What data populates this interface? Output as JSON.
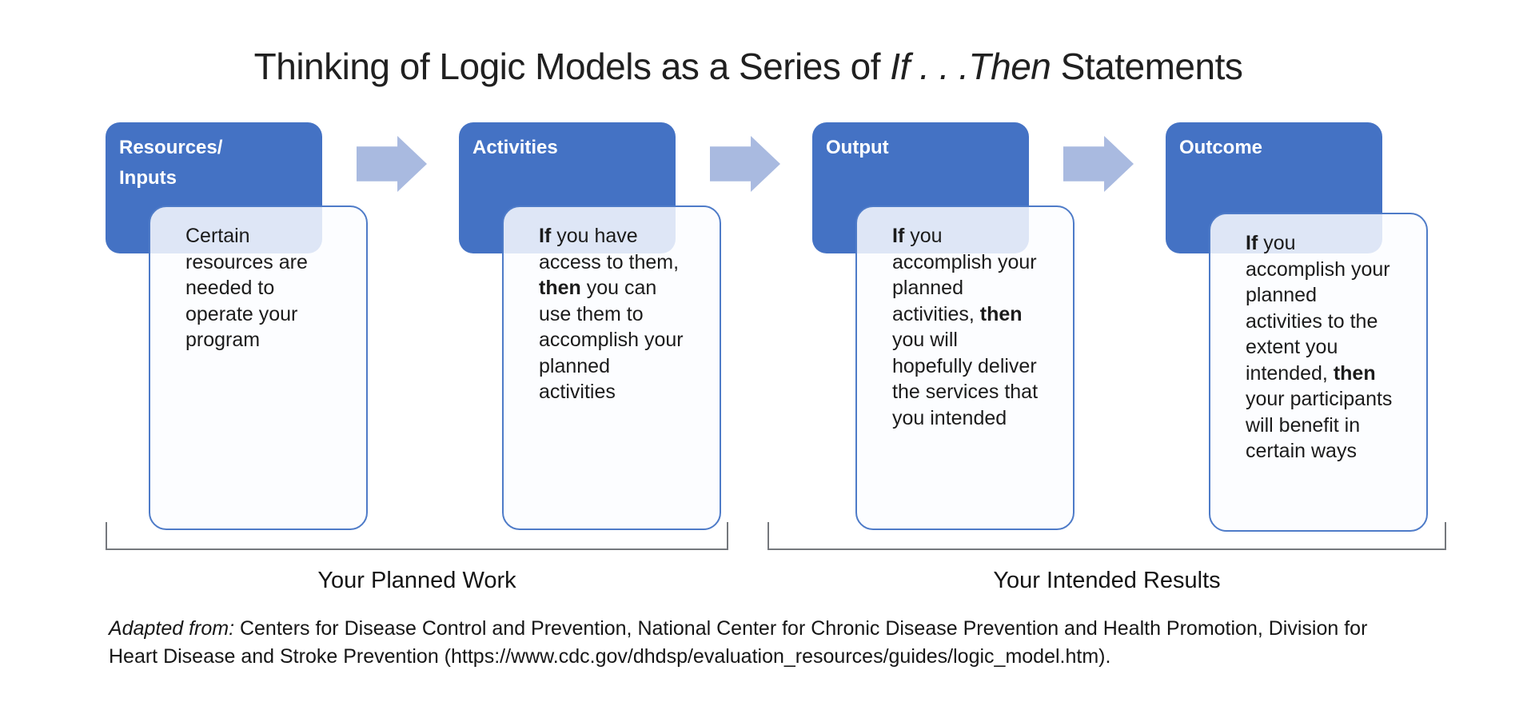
{
  "title": {
    "prefix": "Thinking of Logic Models as a Series of ",
    "emphasis": "If . . .Then",
    "suffix": " Statements"
  },
  "stages": [
    {
      "id": "resources-inputs",
      "header_lines": [
        "Resources/",
        "Inputs"
      ],
      "body_lines": [
        [
          {
            "t": "Certain",
            "b": false
          }
        ],
        [
          {
            "t": "resources are",
            "b": false
          }
        ],
        [
          {
            "t": "needed to",
            "b": false
          }
        ],
        [
          {
            "t": "operate your",
            "b": false
          }
        ],
        [
          {
            "t": "program",
            "b": false
          }
        ]
      ]
    },
    {
      "id": "activities",
      "header_lines": [
        "Activities"
      ],
      "body_lines": [
        [
          {
            "t": "If",
            "b": true
          },
          {
            "t": " you have",
            "b": false
          }
        ],
        [
          {
            "t": "access to them,",
            "b": false
          }
        ],
        [
          {
            "t": "then",
            "b": true
          },
          {
            "t": " you can",
            "b": false
          }
        ],
        [
          {
            "t": "use them to",
            "b": false
          }
        ],
        [
          {
            "t": "accomplish your",
            "b": false
          }
        ],
        [
          {
            "t": "planned",
            "b": false
          }
        ],
        [
          {
            "t": "activities",
            "b": false
          }
        ]
      ]
    },
    {
      "id": "output",
      "header_lines": [
        "Output"
      ],
      "body_lines": [
        [
          {
            "t": "If",
            "b": true
          },
          {
            "t": " you",
            "b": false
          }
        ],
        [
          {
            "t": "accomplish your",
            "b": false
          }
        ],
        [
          {
            "t": "planned",
            "b": false
          }
        ],
        [
          {
            "t": "activities, ",
            "b": false
          },
          {
            "t": "then",
            "b": true
          }
        ],
        [
          {
            "t": "you will",
            "b": false
          }
        ],
        [
          {
            "t": "hopefully deliver",
            "b": false
          }
        ],
        [
          {
            "t": "the services that",
            "b": false
          }
        ],
        [
          {
            "t": "you intended",
            "b": false
          }
        ]
      ]
    },
    {
      "id": "outcome",
      "header_lines": [
        "Outcome"
      ],
      "body_lines": [
        [
          {
            "t": "If",
            "b": true
          },
          {
            "t": " you",
            "b": false
          }
        ],
        [
          {
            "t": "accomplish your",
            "b": false
          }
        ],
        [
          {
            "t": "planned",
            "b": false
          }
        ],
        [
          {
            "t": "activities to the",
            "b": false
          }
        ],
        [
          {
            "t": "extent you",
            "b": false
          }
        ],
        [
          {
            "t": "intended, ",
            "b": false
          },
          {
            "t": "then",
            "b": true
          }
        ],
        [
          {
            "t": "your participants",
            "b": false
          }
        ],
        [
          {
            "t": "will benefit in",
            "b": false
          }
        ],
        [
          {
            "t": "certain ways",
            "b": false
          }
        ]
      ]
    }
  ],
  "group_labels": {
    "planned_work": "Your Planned Work",
    "intended_results": "Your Intended Results"
  },
  "citation": {
    "lead_italic": "Adapted from:",
    "line1": " Centers for Disease Control and Prevention, National Center for Chronic Disease Prevention and Health Promotion, Division for",
    "line2": "Heart Disease and Stroke Prevention (https://www.cdc.gov/dhdsp/evaluation_resources/guides/logic_model.htm)."
  },
  "colors": {
    "accent_blue": "#4472C4",
    "arrow_blue": "#A9BAE0",
    "bracket_gray": "#75787D"
  }
}
